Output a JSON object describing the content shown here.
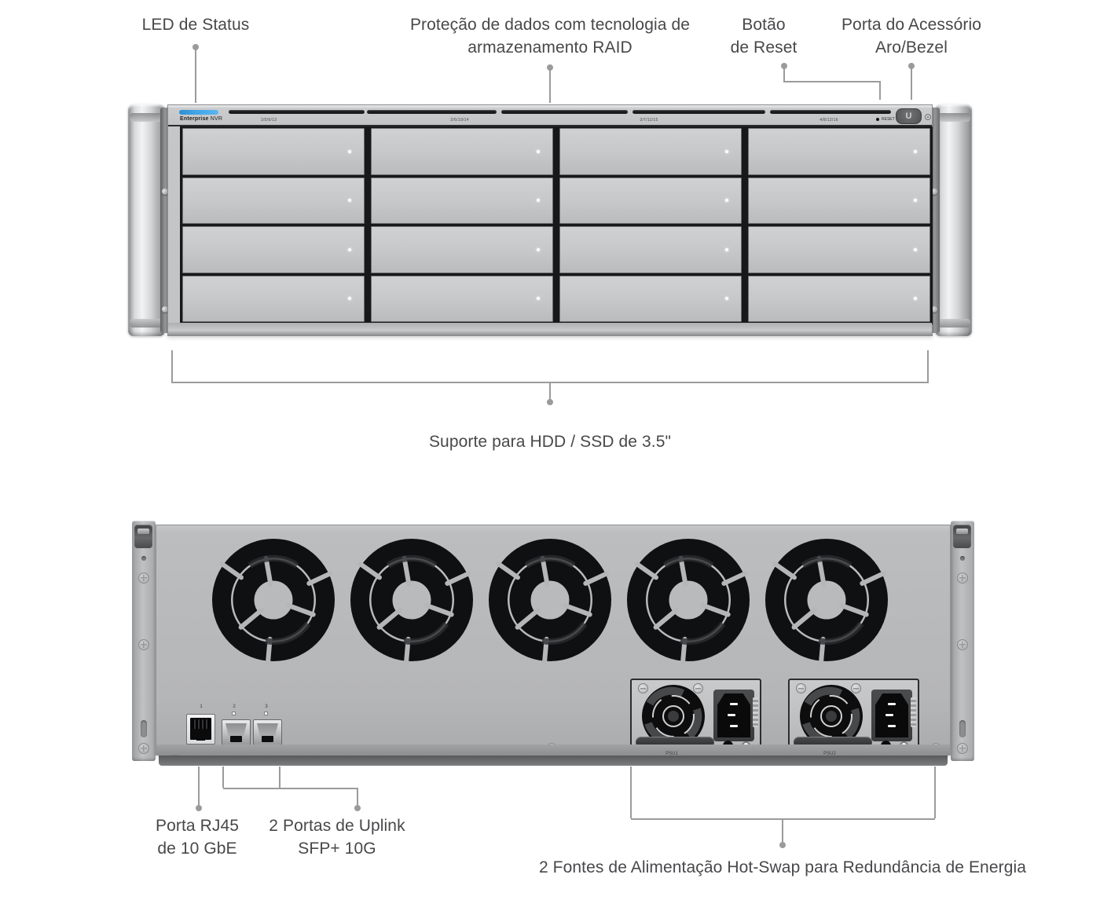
{
  "callouts": {
    "led_status": {
      "label": "LED de Status"
    },
    "raid": {
      "line1": "Proteção de dados com tecnologia de",
      "line2": "armazenamento RAID"
    },
    "reset": {
      "line1": "Botão",
      "line2": "de Reset"
    },
    "bezel": {
      "line1": "Porta do Acessório",
      "line2": "Aro/Bezel"
    },
    "hdd": {
      "label": "Suporte para HDD / SSD de 3.5\""
    },
    "rj45": {
      "line1": "Porta RJ45",
      "line2": "de 10 GbE"
    },
    "sfp": {
      "line1": "2 Portas de Uplink",
      "line2": "SFP+ 10G"
    },
    "psu": {
      "label": "2 Fontes de Alimentação Hot-Swap para Redundância de Energia"
    }
  },
  "front_panel": {
    "brand": "Enterprise",
    "model": "NVR",
    "bay_groups": [
      "1/5/9/13",
      "2/6/10/14",
      "3/7/11/15",
      "4/8/12/16"
    ],
    "reset_label": "RESET",
    "power_button_glyph": "U",
    "bays": {
      "rows": 4,
      "cols": 4
    }
  },
  "rear_panel": {
    "port_labels": [
      "1",
      "2",
      "3"
    ],
    "psu_labels": [
      "PSU1",
      "PSU2"
    ],
    "fan_count": 5
  },
  "colors": {
    "status_led": "#41a6e9",
    "chassis_front": "#c6c7c9",
    "chassis_rear": "#b5b6b8",
    "fan_grille": "#0f1012",
    "callout_line": "#9b9b9b",
    "callout_text": "#48484b"
  }
}
